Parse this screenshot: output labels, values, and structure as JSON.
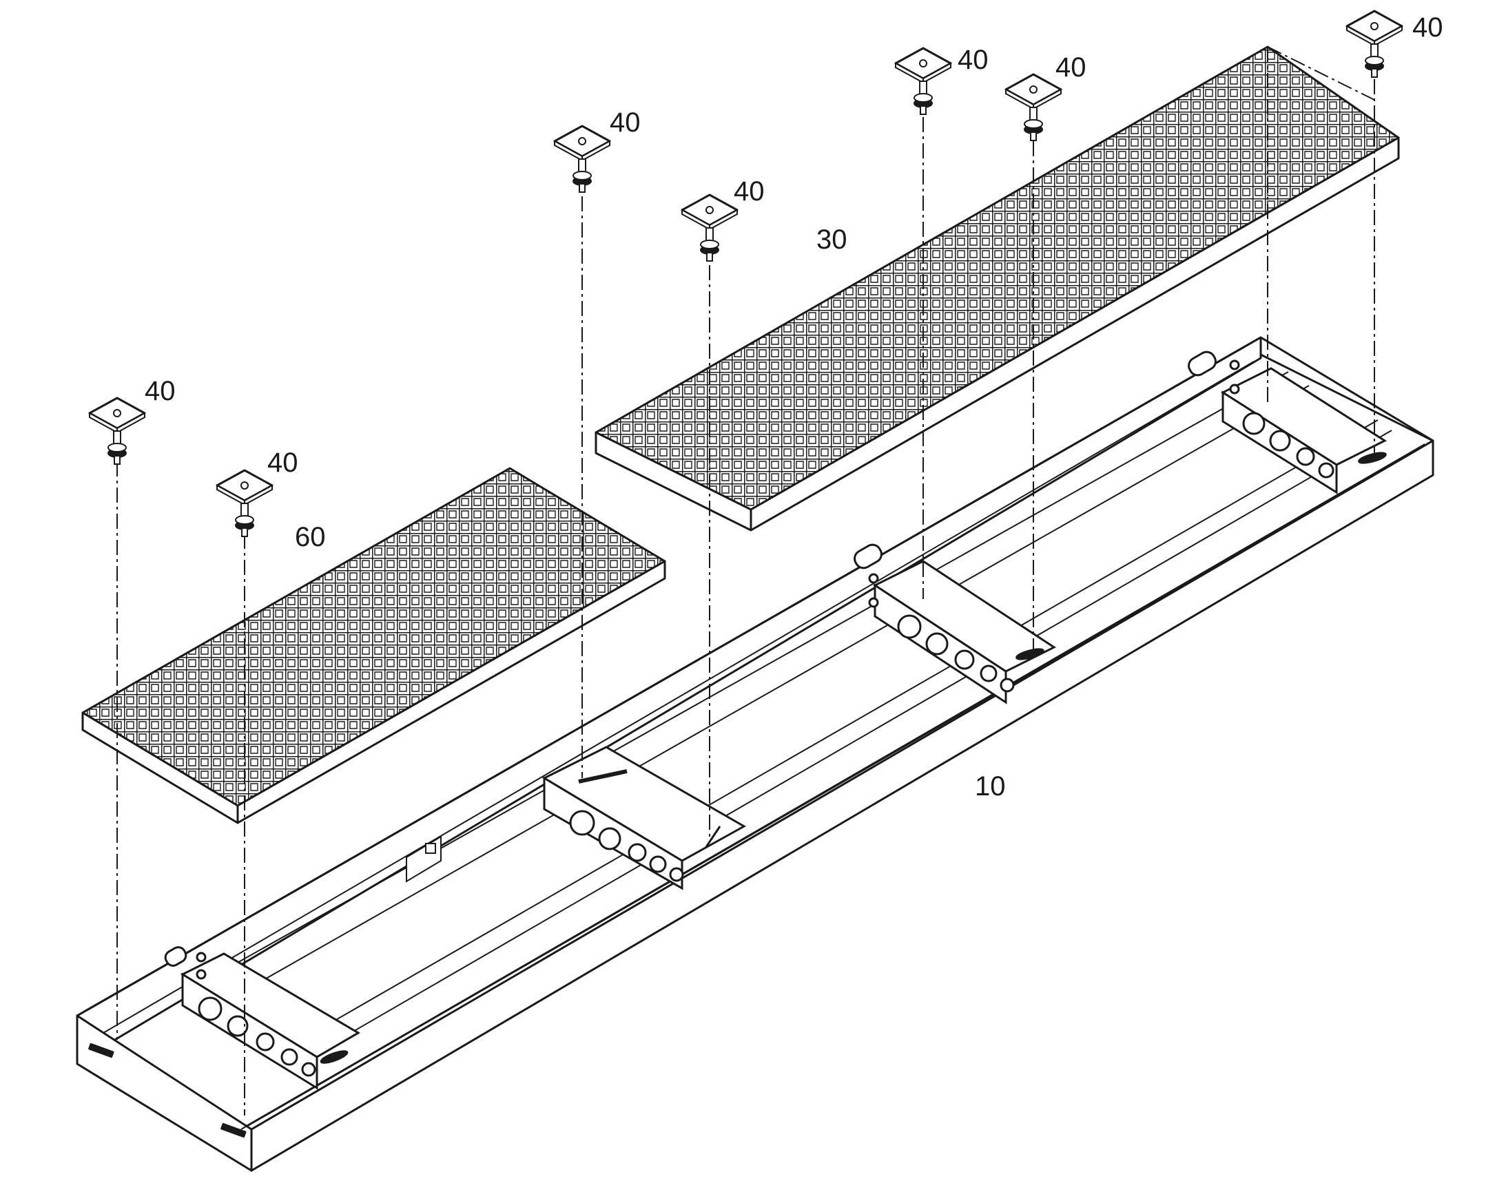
{
  "labels": {
    "fastener": "40",
    "grate_small": "60",
    "grate_large": "30",
    "trough": "10"
  },
  "colors": {
    "line": "#1a1a1a",
    "fill": "#ffffff"
  }
}
